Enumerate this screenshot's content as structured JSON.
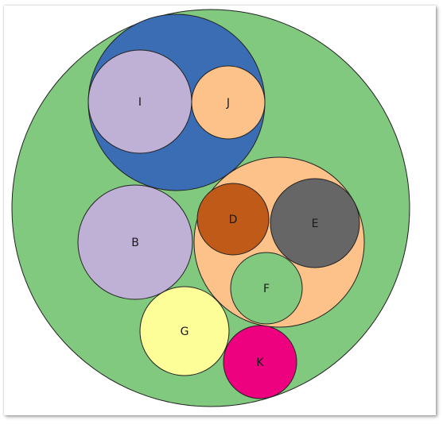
{
  "colors": {
    "green": "#80c97e",
    "blue": "#3a6db3",
    "lavender": "#bfb0d6",
    "peach": "#fdc289",
    "brown": "#bf5a19",
    "gray": "#666666",
    "yellow": "#fefe99",
    "magenta": "#ee017f",
    "stroke": "#222222"
  },
  "nodes": [
    {
      "id": "root",
      "label": "",
      "fill": "green",
      "children": [
        "blue-group",
        "B",
        "orange-group",
        "G",
        "K"
      ]
    },
    {
      "id": "blue-group",
      "label": "",
      "fill": "blue",
      "children": [
        "I",
        "J"
      ]
    },
    {
      "id": "I",
      "label": "I",
      "fill": "lavender"
    },
    {
      "id": "J",
      "label": "J",
      "fill": "peach"
    },
    {
      "id": "B",
      "label": "B",
      "fill": "lavender"
    },
    {
      "id": "orange-group",
      "label": "",
      "fill": "peach",
      "children": [
        "D",
        "E",
        "F"
      ]
    },
    {
      "id": "D",
      "label": "D",
      "fill": "brown"
    },
    {
      "id": "E",
      "label": "E",
      "fill": "gray"
    },
    {
      "id": "F",
      "label": "F",
      "fill": "green"
    },
    {
      "id": "G",
      "label": "G",
      "fill": "yellow"
    },
    {
      "id": "K",
      "label": "K",
      "fill": "magenta"
    }
  ]
}
